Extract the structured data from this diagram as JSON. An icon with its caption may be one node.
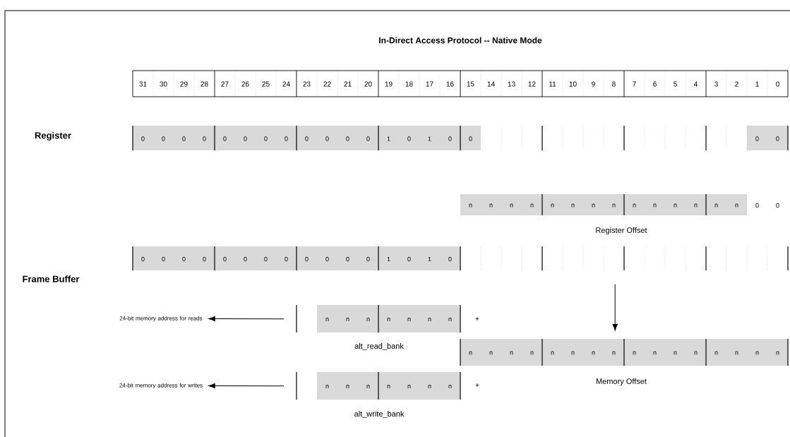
{
  "diagram": {
    "title": "In-Direct Access Protocol -- Native Mode",
    "nodes": [
      {
        "text": [
          "0",
          "0",
          "0",
          "0",
          "0",
          "0",
          "0",
          "0",
          "0",
          "0",
          "0",
          "0",
          "1",
          "0",
          "1",
          "0",
          "0",
          "0",
          "0"
        ]
      },
      {
        "text": [
          "n",
          "n",
          "n",
          "n",
          "n",
          "n",
          "n",
          "n",
          "n",
          "n",
          "n",
          "n",
          "n",
          "n",
          "0",
          "0"
        ],
        "beside": [
          "Register Offset"
        ]
      },
      {
        "text": [
          "0",
          "0",
          "0",
          "0",
          "0",
          "0",
          "0",
          "0",
          "0",
          "0",
          "0",
          "0",
          "1",
          "0",
          "1",
          "0"
        ]
      },
      {
        "text": [
          "24-bit memory address for reads"
        ]
      },
      {
        "text": [
          "n",
          "n",
          "n",
          "n",
          "n",
          "n",
          "n"
        ],
        "beside": [
          "alt_read_bank"
        ]
      },
      {
        "text": [
          "n",
          "n",
          "n",
          "n",
          "n",
          "n",
          "n",
          "n",
          "n",
          "n",
          "n",
          "n",
          "n",
          "n",
          "n",
          "n"
        ],
        "beside": [
          "Memory Offset"
        ]
      },
      {
        "text": [
          "24-bit memory address for writes"
        ]
      },
      {
        "text": [
          "n",
          "n",
          "n",
          "n",
          "n",
          "n",
          "n"
        ],
        "beside": [
          "alt_write_bank"
        ]
      }
    ],
    "edges": [
      {
        "from": 4,
        "to": 3,
        "arrow": "to"
      },
      {
        "from": 2,
        "to": 5,
        "arrow": "to"
      },
      {
        "from": 7,
        "to": 6,
        "arrow": "to"
      }
    ],
    "labels": [
      "31",
      "30",
      "29",
      "28",
      "27",
      "26",
      "25",
      "24",
      "23",
      "22",
      "21",
      "20",
      "19",
      "18",
      "17",
      "16",
      "15",
      "14",
      "13",
      "12",
      "11",
      "10",
      "9",
      "8",
      "7",
      "6",
      "5",
      "4",
      "3",
      "2",
      "1",
      "0",
      "Register",
      "Frame Buffer",
      "+",
      "+"
    ]
  }
}
